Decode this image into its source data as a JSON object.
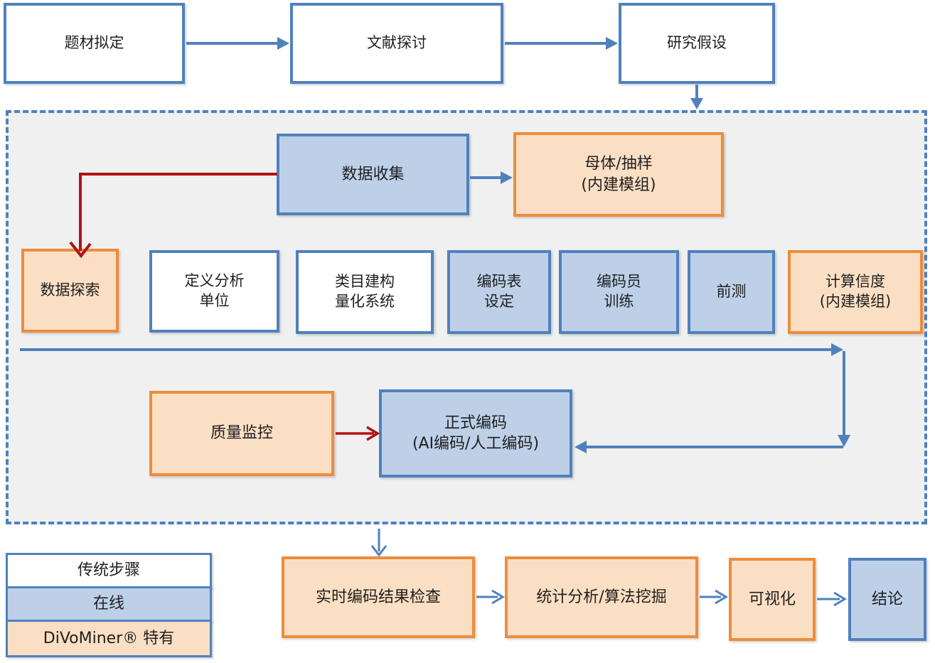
{
  "diagram": {
    "top_row": {
      "topic": {
        "label": "题材拟定"
      },
      "literature": {
        "label": "文献探讨"
      },
      "hypothesis": {
        "label": "研究假设"
      }
    },
    "panel": {
      "collect": {
        "label": "数据收集"
      },
      "sampling": {
        "label": "母体/抽样",
        "label2": "(内建模组)"
      },
      "explore": {
        "label": "数据探索"
      },
      "unit": {
        "label": "定义分析",
        "label2": "单位"
      },
      "category": {
        "label": "类目建构",
        "label2": "量化系统"
      },
      "codebook": {
        "label": "编码表",
        "label2": "设定"
      },
      "coder": {
        "label": "编码员",
        "label2": "训练"
      },
      "pretest": {
        "label": "前测"
      },
      "reliability": {
        "label": "计算信度",
        "label2": "(内建模组)"
      },
      "quality": {
        "label": "质量监控"
      },
      "coding": {
        "label": "正式编码",
        "label2": "(AI编码/人工编码)"
      }
    },
    "bottom_row": {
      "check": {
        "label": "实时编码结果检查"
      },
      "stats": {
        "label": "统计分析/算法挖掘"
      },
      "visual": {
        "label": "可视化"
      },
      "conclusion": {
        "label": "结论"
      }
    },
    "legend": {
      "traditional": {
        "label": "传统步骤"
      },
      "online": {
        "label": "在线"
      },
      "divominer": {
        "label": "DiVoMiner® 特有"
      }
    },
    "colors": {
      "blue_border": "#4f81bd",
      "blue_fill": "#bdd0e8",
      "orange_border": "#ee8c3b",
      "orange_fill": "#fbdfc4",
      "red_arrow": "#b01215",
      "panel_fill": "#f0f0f0"
    }
  }
}
